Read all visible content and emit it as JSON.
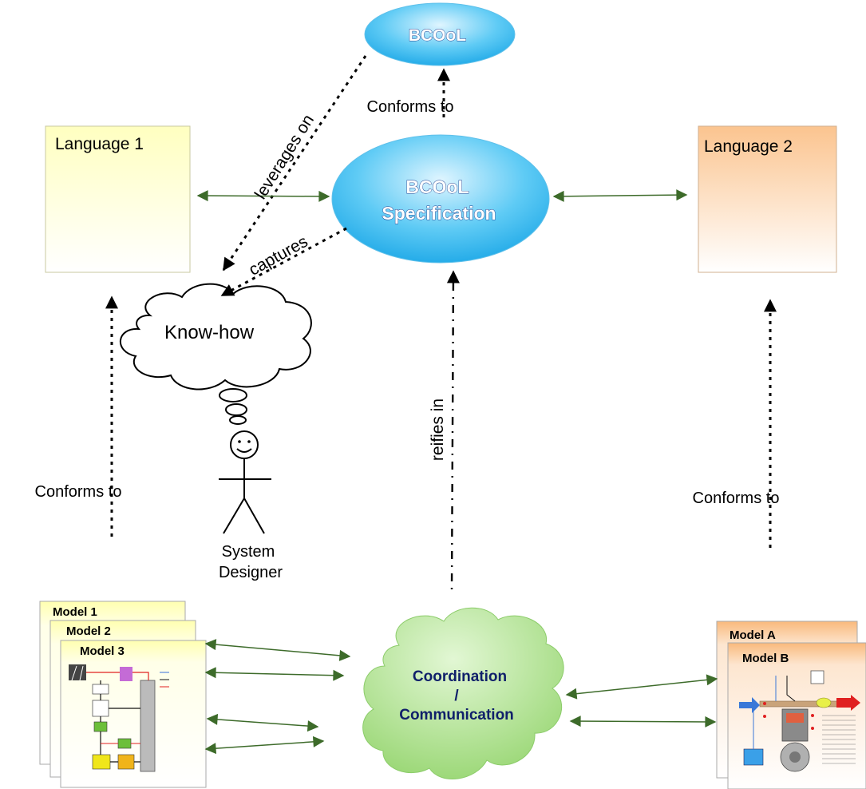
{
  "nodes": {
    "bcool": "BCOoL",
    "bcool_spec_line1": "BCOoL",
    "bcool_spec_line2": "Specification",
    "language1": "Language 1",
    "language2": "Language 2",
    "knowhow": "Know-how",
    "designer_line1": "System",
    "designer_line2": "Designer",
    "coordination_line1": "Coordination",
    "coordination_line2": "/",
    "coordination_line3": "Communication"
  },
  "edges": {
    "conforms_top": "Conforms to",
    "conforms_left": "Conforms to",
    "conforms_right": "Conforms to",
    "leverages_on": "leverages on",
    "captures": "captures",
    "reifies_in": "reifies in"
  },
  "models_left": [
    "Model 1",
    "Model 2",
    "Model 3"
  ],
  "models_right": [
    "Model A",
    "Model B"
  ],
  "colors": {
    "arrow_green": "#3d6b2a",
    "language1_fill": "#ffffcc",
    "language2_fill": "#fcc99a",
    "bcool_fill": "#29b5f0",
    "cloud_fill": "#b6e39a",
    "label_navy": "#10206a"
  }
}
